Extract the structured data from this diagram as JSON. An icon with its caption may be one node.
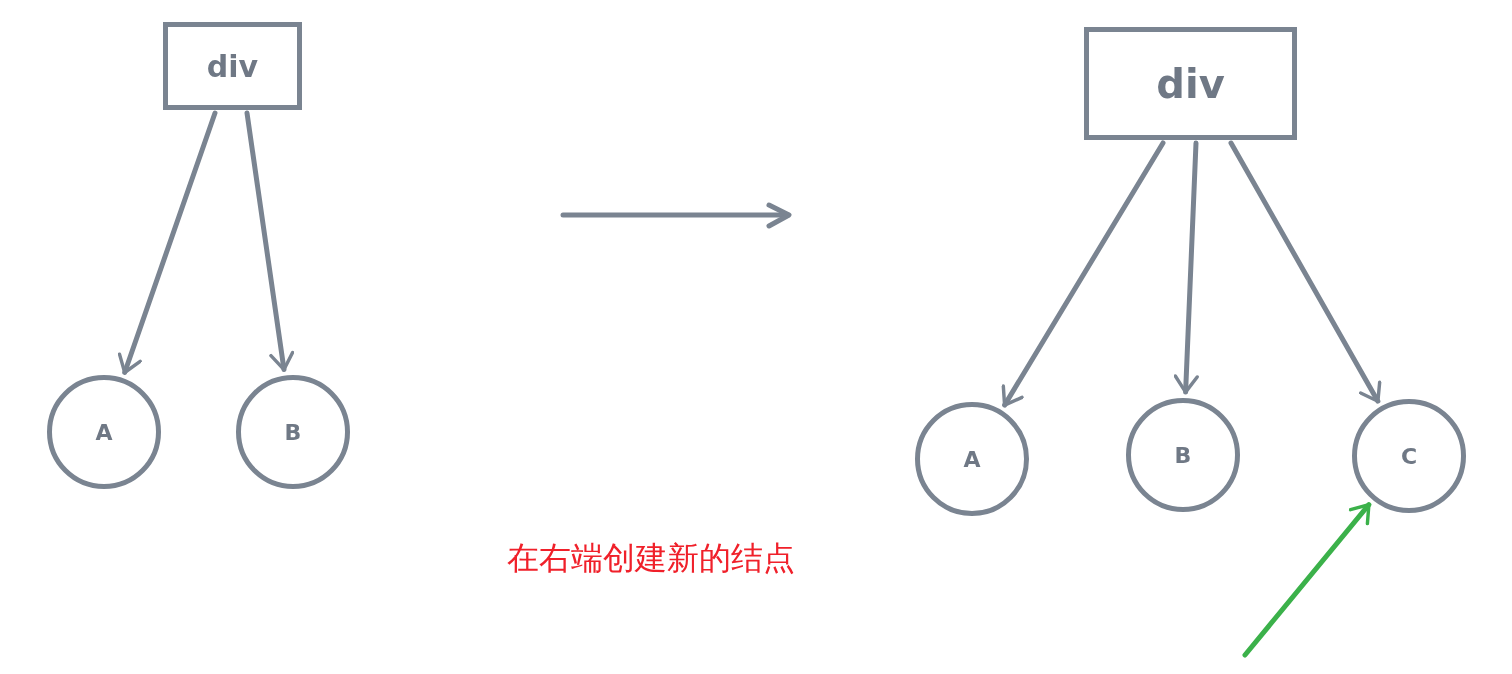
{
  "diagram": {
    "nodes": [
      {
        "text": [
          "div"
        ]
      },
      {
        "text": [
          "A"
        ]
      },
      {
        "text": [
          "B"
        ]
      },
      {
        "text": [
          "div"
        ]
      },
      {
        "text": [
          "A"
        ]
      },
      {
        "text": [
          "B"
        ]
      },
      {
        "text": [
          "C"
        ]
      }
    ],
    "edges": [
      {
        "from": 0,
        "to": 1,
        "arrow": "to"
      },
      {
        "from": 0,
        "to": 2,
        "arrow": "to"
      },
      {
        "from": 3,
        "to": 4,
        "arrow": "to"
      },
      {
        "from": 3,
        "to": 5,
        "arrow": "to"
      },
      {
        "from": 3,
        "to": 6,
        "arrow": "to"
      },
      {
        "from": null,
        "to": 6,
        "arrow": "to",
        "color": "#3bb14a"
      }
    ],
    "labels": [
      "在右端创建新的结点"
    ]
  }
}
